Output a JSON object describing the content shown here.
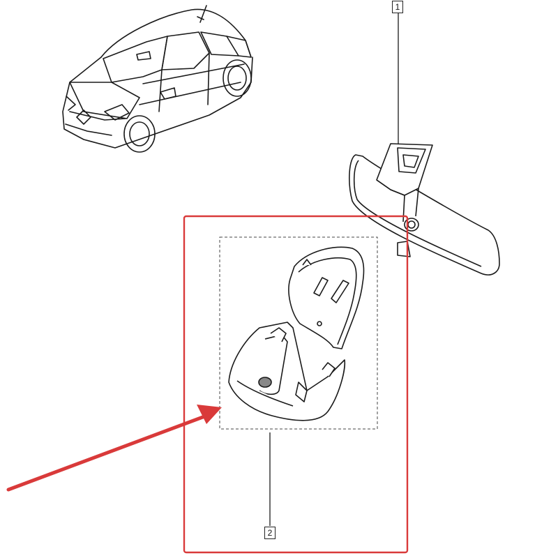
{
  "diagram": {
    "callouts": [
      {
        "id": "1",
        "label": "1"
      },
      {
        "id": "2",
        "label": "2"
      }
    ],
    "colors": {
      "line": "#1a1a1a",
      "highlight_box": "#d93a3a",
      "arrow": "#d93a3a",
      "background": "#ffffff"
    },
    "icons": {
      "vehicle": "hatchback-car-illustration",
      "part_1": "rear-view-mirror-illustration",
      "part_2": "mirror-base-cover-illustration"
    }
  }
}
